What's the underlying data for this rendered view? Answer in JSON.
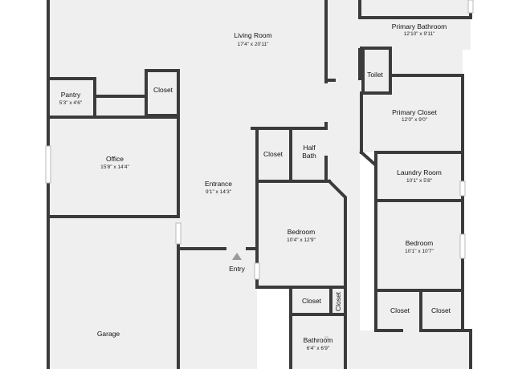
{
  "rooms": {
    "living_room": {
      "name": "Living Room",
      "dims": "17'4\" x 20'11\""
    },
    "primary_bathroom": {
      "name": "Primary Bathroom",
      "dims": "12'10\" x 9'11\""
    },
    "toilet": {
      "name": "Toilet"
    },
    "pantry": {
      "name": "Pantry",
      "dims": "5'3\" x 4'6\""
    },
    "closet_pantry": {
      "name": "Closet"
    },
    "primary_closet": {
      "name": "Primary Closet",
      "dims": "12'0\" x 9'0\""
    },
    "closet_hall": {
      "name": "Closet"
    },
    "half_bath": {
      "name": "Half\nBath"
    },
    "office": {
      "name": "Office",
      "dims": "15'8\" x 14'4\""
    },
    "laundry_room": {
      "name": "Laundry Room",
      "dims": "10'1\" x 5'8\""
    },
    "entrance": {
      "name": "Entrance",
      "dims": "9'1\" x 14'3\""
    },
    "bedroom_center": {
      "name": "Bedroom",
      "dims": "10'4\" x 12'9\""
    },
    "bedroom_right": {
      "name": "Bedroom",
      "dims": "10'1\" x 10'7\""
    },
    "entry": {
      "name": "Entry"
    },
    "closet_bath": {
      "name": "Closet"
    },
    "closet_vertical": {
      "name": "Closet"
    },
    "closet_right_a": {
      "name": "Closet"
    },
    "closet_right_b": {
      "name": "Closet"
    },
    "garage": {
      "name": "Garage"
    },
    "bathroom": {
      "name": "Bathroom",
      "dims": "6'4\" x 6'9\""
    }
  }
}
